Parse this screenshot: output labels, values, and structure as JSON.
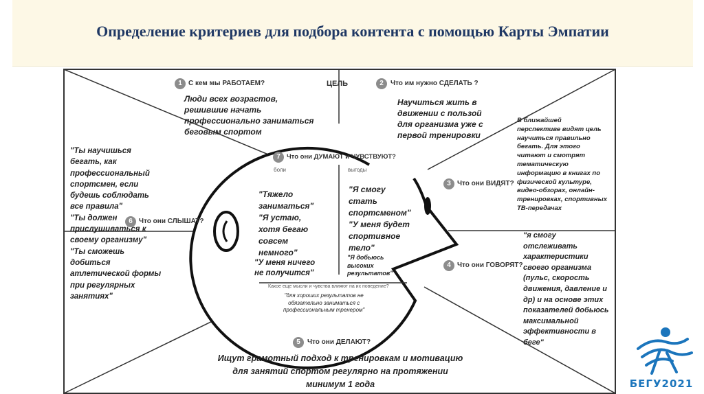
{
  "title": "Определение критериев для подбора контента с помощью Карты Эмпатии",
  "goal_label": "ЦЕЛЬ",
  "sections": {
    "work_with": {
      "num": "1",
      "label": "С кем мы РАБОТАЕМ?",
      "text": "Люди всех возрастов,\nрешившие начать\nпрофессионально заниматься\nбеговым спортом"
    },
    "need_do": {
      "num": "2",
      "label": "Что им нужно СДЕЛАТЬ ?",
      "text": "Научиться жить в\nдвижении с пользой\nдля организма уже с\nпервой тренировки"
    },
    "see": {
      "num": "3",
      "label": "Что они ВИДЯТ?",
      "text": "В ближайшей\nперспективе видят цель\nнаучиться правильно\nбегать. Для этого\nчитают и смотрят\nтематическую\nинформацию в книгах по\nфизической культуре,\nвидео-обзорах, онлайн-\nтренировках, спортивных\nТВ-передачах"
    },
    "say": {
      "num": "4",
      "label": "Что они ГОВОРЯТ?",
      "text": "\"я смогу\nотслеживать\nхарактеристики\nсвоего организма\n(пульс, скорость\nдвижения, давление и\nдр) и на основе этих\nпоказателей добьюсь\nмаксимальной\nэффективности в\nбеге\""
    },
    "do": {
      "num": "5",
      "label": "Что они ДЕЛАЮТ?",
      "text": "Ищут грамотный подход к тренировкам и мотивацию\nдля занятий спортом регулярно на протяжении\nминимум 1 года"
    },
    "hear": {
      "num": "6",
      "label": "Что они СЛЫШАТ?",
      "text": "\"Ты научишься\nбегать, как\nпрофессиональный\nспортсмен, если\nбудешь соблюдать\nвсе правила\"\n\"Ты должен\nприслушиваться к\nсвоему организму\"\n\"Ты сможешь\nдобиться\nатлетической формы\nпри регулярных\nзанятиях\""
    },
    "think": {
      "num": "7",
      "label": "Что они ДУМАЮТ и ЧУВСТВУЮТ?",
      "pains_label": "боли",
      "gains_label": "выгоды",
      "pains_text": "\"Тяжело\nзаниматься\"\n\"Я устаю,\nхотя бегаю\nсовсем\nнемного\"",
      "pains_extra": "\"У меня ничего\nне получится\"",
      "gains_text": "\"Я смогу\nстать\nспортсменом\"\n\"У меня будет\nспортивное\nтело\"",
      "gains_extra": "\"Я добьюсь\nвысоких\nрезультатов\"",
      "question": "Какое еще мысли и чувства влияют на их поведение?",
      "answer": "\"для хороших результатов не\nобязательно заниматься с\nпрофессиональным тренером\""
    }
  },
  "logo": {
    "text": "БЕГУ2021",
    "color": "#1b75bc"
  }
}
